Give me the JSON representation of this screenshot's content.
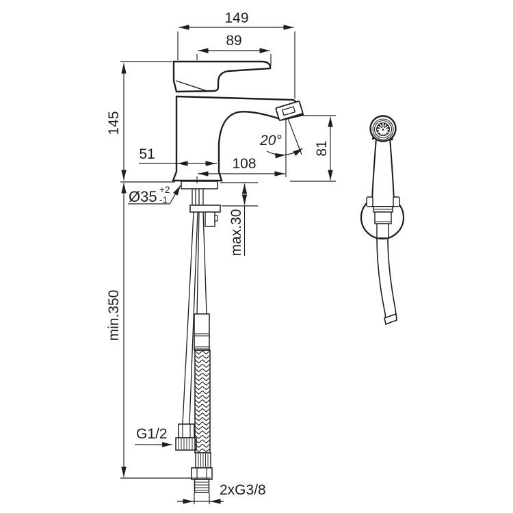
{
  "drawing": {
    "kind": "technical-dimension-drawing",
    "style": {
      "line_color": "#1d1d1b",
      "background": "#ffffff"
    },
    "dims": {
      "width_total": "149",
      "lever": "89",
      "height": "145",
      "body": "51",
      "reach": "108",
      "angle": "20°",
      "outlet_height": "81",
      "hole": "Ø35",
      "hole_plus": "+2",
      "hole_minus": "-1",
      "deck_thickness": "max.30",
      "hose_length": "min.350",
      "spray_connection": "G1/2",
      "supply_connection": "2xG3/8"
    }
  }
}
